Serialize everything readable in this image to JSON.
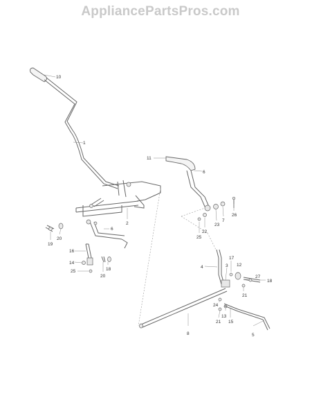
{
  "watermark": "AppliancePartsPros.com",
  "callouts": [
    {
      "id": "c1",
      "label": "10"
    },
    {
      "id": "c2",
      "label": "1"
    },
    {
      "id": "c3",
      "label": "11"
    },
    {
      "id": "c4",
      "label": "6"
    },
    {
      "id": "c5",
      "label": "23"
    },
    {
      "id": "c6",
      "label": "7"
    },
    {
      "id": "c7",
      "label": "26"
    },
    {
      "id": "c8",
      "label": "22"
    },
    {
      "id": "c9",
      "label": "25"
    },
    {
      "id": "c10",
      "label": "2"
    },
    {
      "id": "c11",
      "label": "6"
    },
    {
      "id": "c12",
      "label": "20"
    },
    {
      "id": "c13",
      "label": "19"
    },
    {
      "id": "c14",
      "label": "16"
    },
    {
      "id": "c15",
      "label": "14"
    },
    {
      "id": "c16",
      "label": "18"
    },
    {
      "id": "c17",
      "label": "20"
    },
    {
      "id": "c18",
      "label": "25"
    },
    {
      "id": "c19",
      "label": "4"
    },
    {
      "id": "c20",
      "label": "17"
    },
    {
      "id": "c21",
      "label": "3"
    },
    {
      "id": "c22",
      "label": "12"
    },
    {
      "id": "c23",
      "label": "27"
    },
    {
      "id": "c24",
      "label": "18"
    },
    {
      "id": "c25",
      "label": "21"
    },
    {
      "id": "c26",
      "label": "24"
    },
    {
      "id": "c27",
      "label": "13"
    },
    {
      "id": "c28",
      "label": "21"
    },
    {
      "id": "c29",
      "label": "15"
    },
    {
      "id": "c30",
      "label": "8"
    },
    {
      "id": "c31",
      "label": "5"
    }
  ]
}
